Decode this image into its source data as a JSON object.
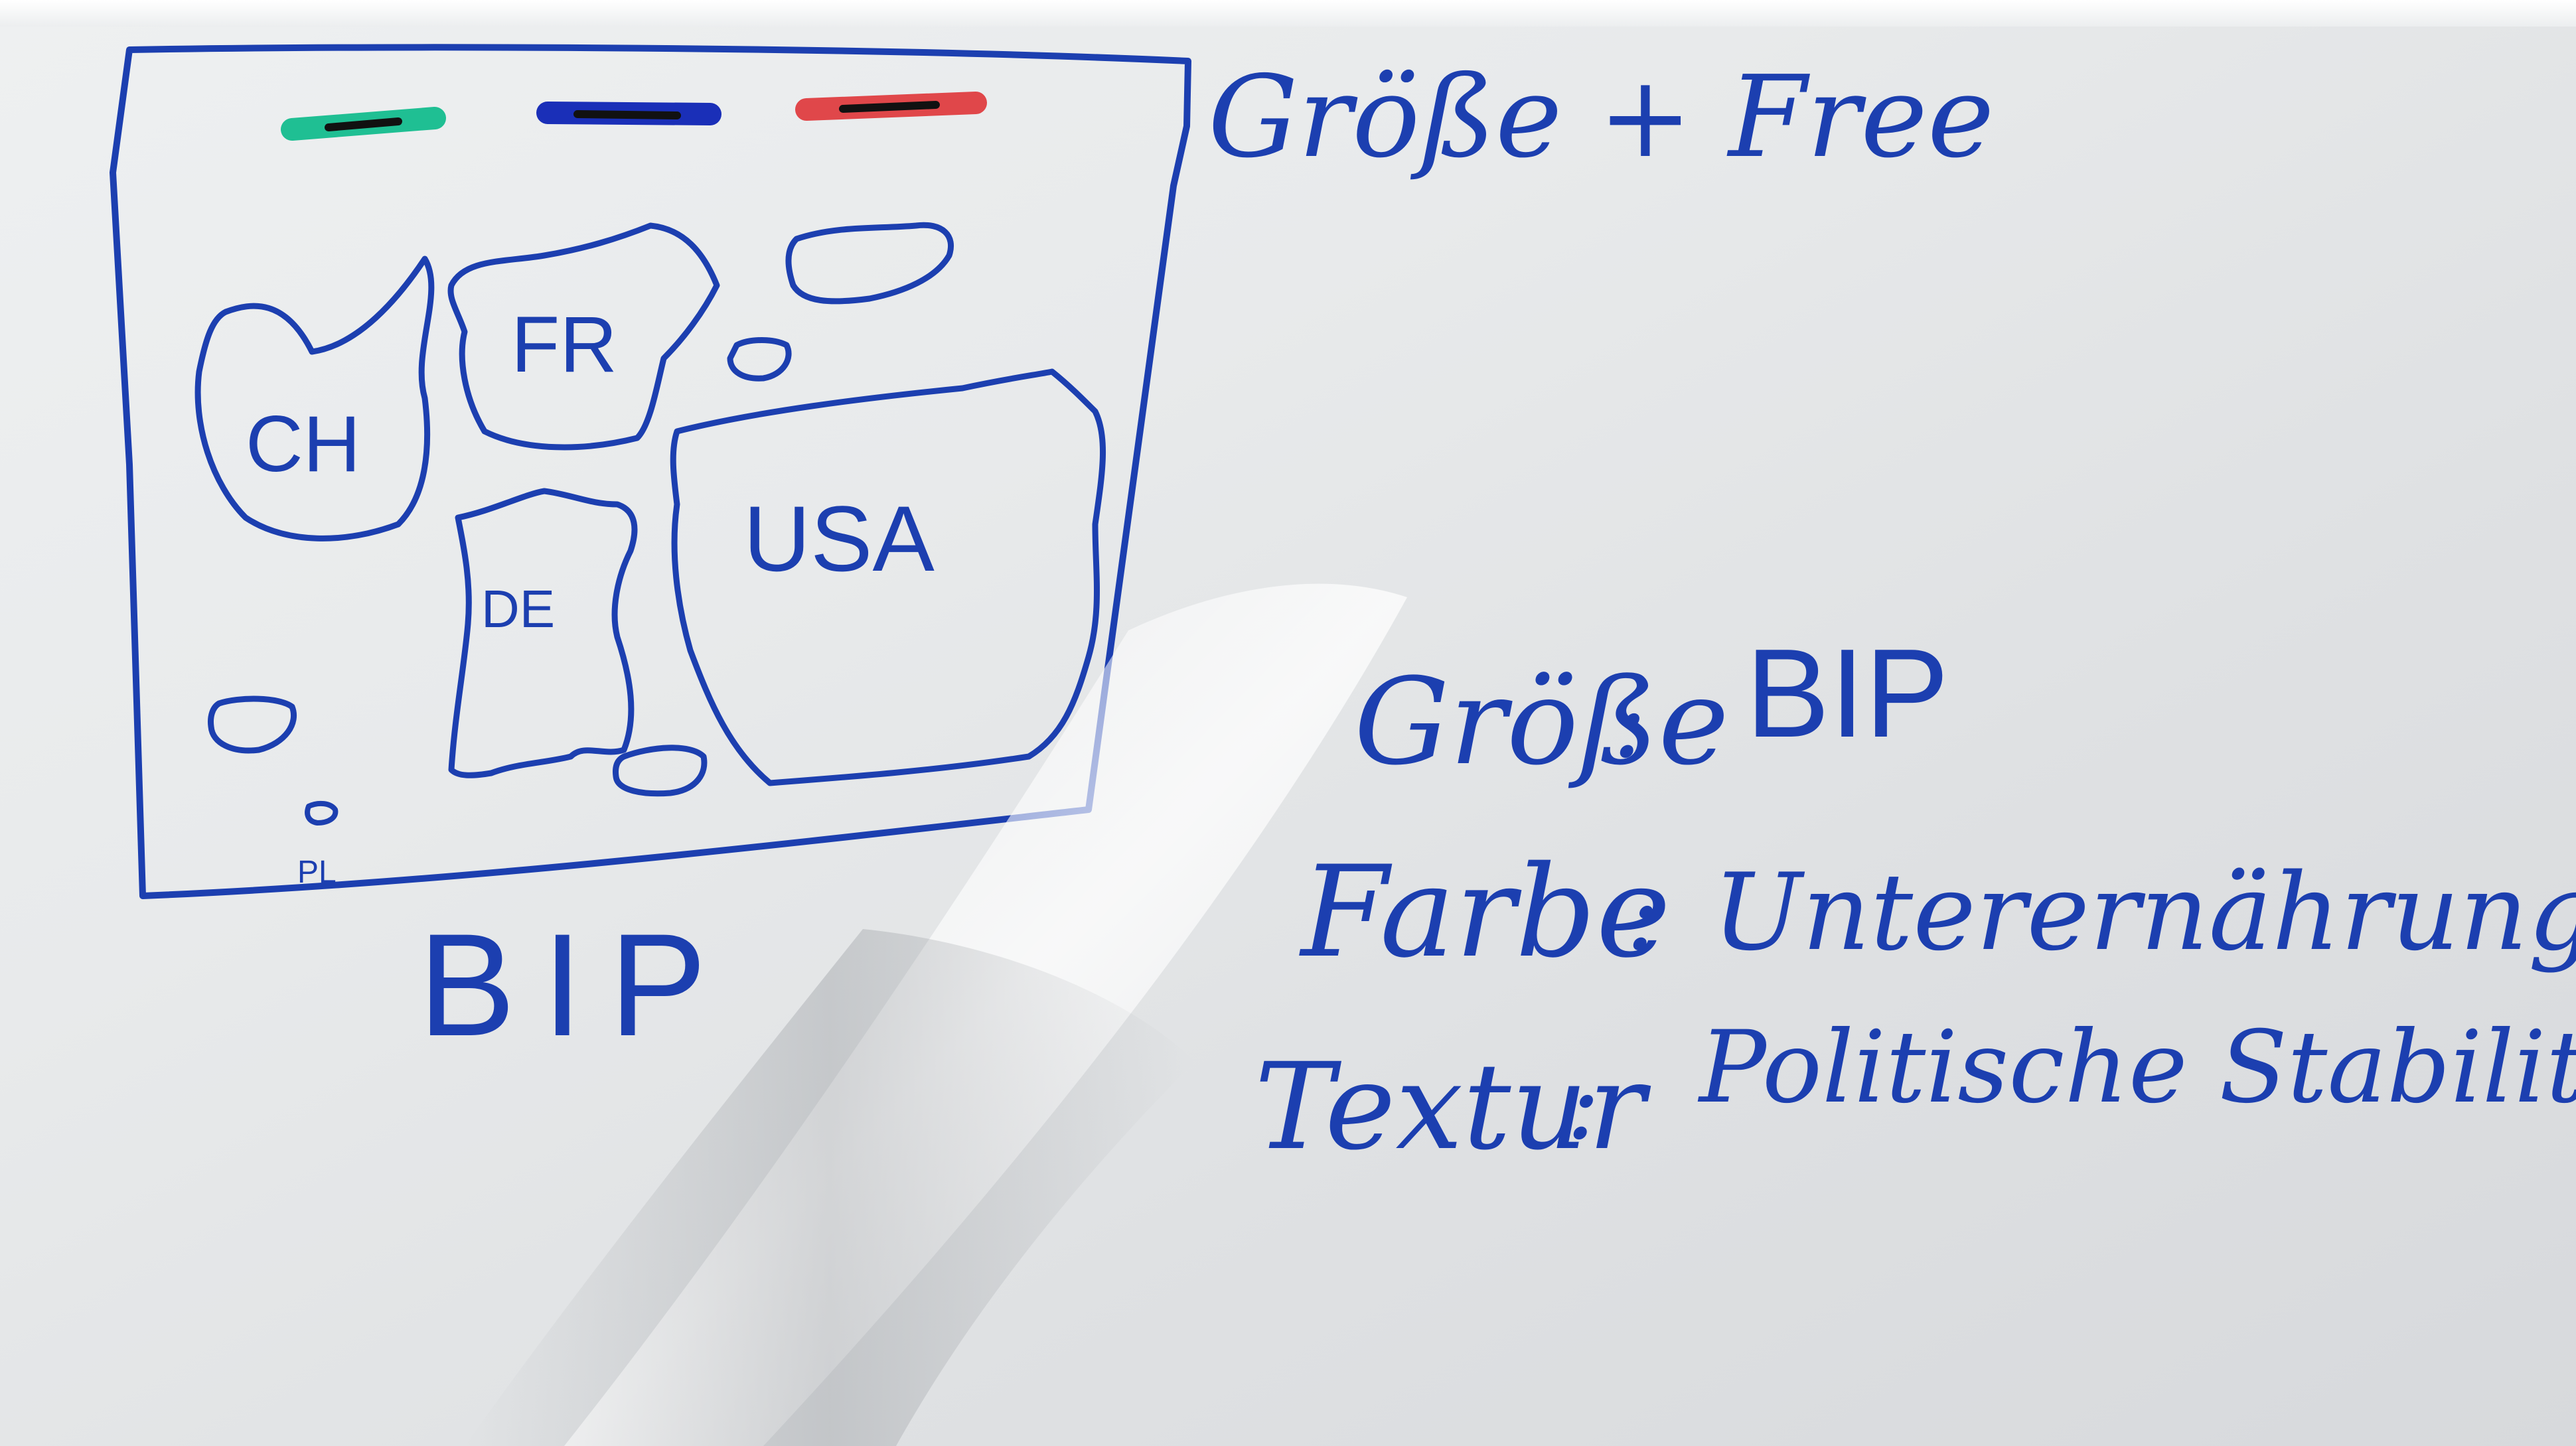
{
  "whiteboard": {
    "heading": "Größe + Free",
    "caption": "BIP",
    "map_labels": {
      "ch": "CH",
      "fr": "FR",
      "de": "DE",
      "usa": "USA",
      "pl": "PL"
    },
    "legend_colors": [
      "#1fbf93",
      "#1a2fb8",
      "#e0474a"
    ],
    "notes": [
      {
        "key": "Größe",
        "sep": ":",
        "value": "BIP"
      },
      {
        "key": "Farbe",
        "sep": ":",
        "value": "Unterernährung"
      },
      {
        "key": "Textur",
        "sep": ":",
        "value": "Politische Stabilität"
      }
    ],
    "ink_color": "#1c3fb0"
  }
}
